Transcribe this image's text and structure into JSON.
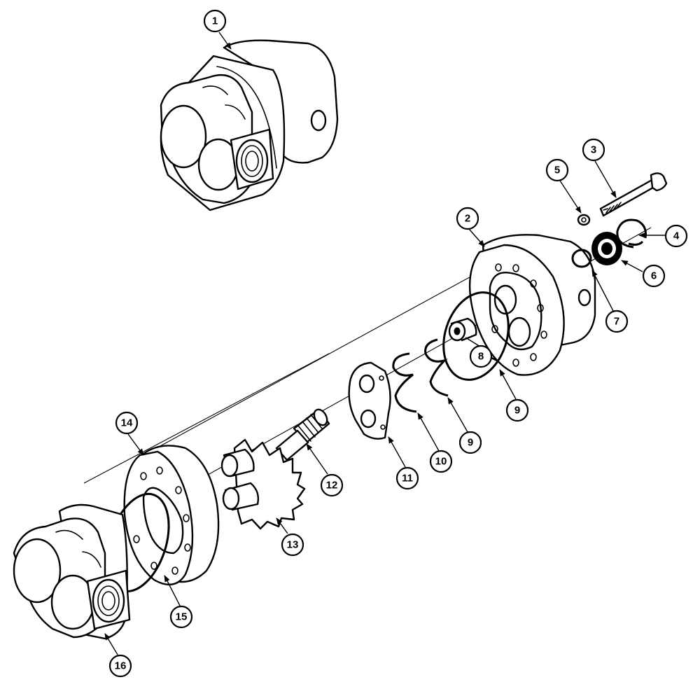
{
  "callouts": [
    {
      "id": "1",
      "label": "1"
    },
    {
      "id": "2",
      "label": "2"
    },
    {
      "id": "3",
      "label": "3"
    },
    {
      "id": "4",
      "label": "4"
    },
    {
      "id": "5",
      "label": "5"
    },
    {
      "id": "6",
      "label": "6"
    },
    {
      "id": "7",
      "label": "7"
    },
    {
      "id": "8",
      "label": "8"
    },
    {
      "id": "9a",
      "label": "9"
    },
    {
      "id": "9b",
      "label": "9"
    },
    {
      "id": "10",
      "label": "10"
    },
    {
      "id": "11",
      "label": "11"
    },
    {
      "id": "12",
      "label": "12"
    },
    {
      "id": "13",
      "label": "13"
    },
    {
      "id": "14",
      "label": "14"
    },
    {
      "id": "15",
      "label": "15"
    },
    {
      "id": "16",
      "label": "16"
    }
  ]
}
